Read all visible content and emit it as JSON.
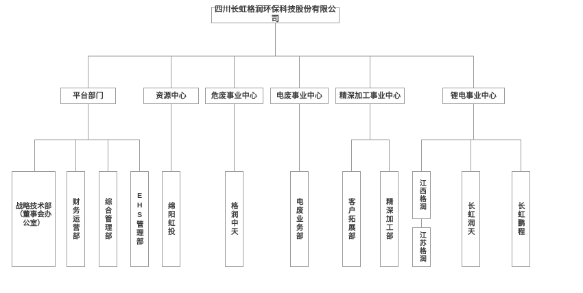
{
  "diagram": {
    "type": "org-chart",
    "line_color": "#9a9a9a",
    "box_border_color": "#9a9a9a",
    "text_color": "#3a3a3a",
    "background": "#ffffff",
    "root": {
      "label": "四川长虹格润环保科技股份有限公司"
    },
    "divisions": [
      {
        "label": "平台部门"
      },
      {
        "label": "资源中心"
      },
      {
        "label": "危废事业中心"
      },
      {
        "label": "电废事业中心"
      },
      {
        "label": "精深加工事业中心"
      },
      {
        "label": "锂电事业中心"
      }
    ],
    "departments": [
      {
        "label": "战略技术部（董事会办公室）",
        "line1": "战略技术部",
        "line2": "（董事会办",
        "line3": "公室）"
      },
      {
        "label": "财务运营部"
      },
      {
        "label": "综合管理部"
      },
      {
        "label": "EHS管理部"
      },
      {
        "label": "绵阳虹投"
      },
      {
        "label": "格润中天"
      },
      {
        "label": "电废业务部"
      },
      {
        "label": "客户拓展部"
      },
      {
        "label": "精深加工部"
      },
      {
        "label": "江西格润"
      },
      {
        "label": "江苏格润"
      },
      {
        "label": "长虹润天"
      },
      {
        "label": "长虹鹏程"
      }
    ]
  }
}
